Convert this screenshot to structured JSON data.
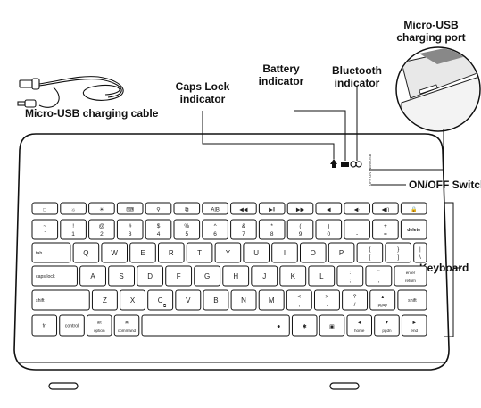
{
  "callouts": {
    "micro_usb_port": [
      "Micro-USB",
      "charging port"
    ],
    "bluetooth": [
      "Bluetooth",
      "indicator"
    ],
    "battery": [
      "Battery",
      "indicator"
    ],
    "caps_lock": [
      "Caps Lock",
      "indicator"
    ],
    "cable": "Micro-USB charging cable",
    "on_off": "ON/OFF Switch",
    "keyboard": "Keyboard"
  },
  "keyboard": {
    "rows": [
      [
        {
          "name": "home",
          "icon": "□",
          "w": 1
        },
        {
          "name": "brightness-down",
          "icon": "☼",
          "w": 1
        },
        {
          "name": "brightness-up",
          "icon": "☀",
          "w": 1
        },
        {
          "name": "virtual-keyboard",
          "icon": "⌨",
          "w": 1
        },
        {
          "name": "search",
          "icon": "⚲",
          "w": 1
        },
        {
          "name": "copy",
          "icon": "⧉",
          "w": 1
        },
        {
          "name": "language",
          "icon": "A|B",
          "w": 1
        },
        {
          "name": "rewind",
          "icon": "◀◀",
          "w": 1
        },
        {
          "name": "play-pause",
          "icon": "▶‖",
          "w": 1
        },
        {
          "name": "fast-forward",
          "icon": "▶▶",
          "w": 1
        },
        {
          "name": "mute",
          "icon": "◀",
          "w": 1
        },
        {
          "name": "volume-down",
          "icon": "◀·",
          "w": 1
        },
        {
          "name": "volume-up",
          "icon": "◀))",
          "w": 1
        },
        {
          "name": "lock",
          "icon": "🔒",
          "w": 1
        }
      ],
      [
        {
          "name": "tilde",
          "top": "~",
          "bot": "`",
          "w": 1
        },
        {
          "name": "1",
          "top": "!",
          "bot": "1",
          "w": 1
        },
        {
          "name": "2",
          "top": "@",
          "bot": "2",
          "w": 1
        },
        {
          "name": "3",
          "top": "#",
          "bot": "3",
          "w": 1
        },
        {
          "name": "4",
          "top": "$",
          "bot": "4",
          "w": 1
        },
        {
          "name": "5",
          "top": "%",
          "bot": "5",
          "w": 1
        },
        {
          "name": "6",
          "top": "^",
          "bot": "6",
          "w": 1
        },
        {
          "name": "7",
          "top": "&",
          "bot": "7",
          "w": 1
        },
        {
          "name": "8",
          "top": "*",
          "bot": "8",
          "w": 1
        },
        {
          "name": "9",
          "top": "(",
          "bot": "9",
          "w": 1
        },
        {
          "name": "0",
          "top": ")",
          "bot": "0",
          "w": 1
        },
        {
          "name": "minus",
          "top": "_",
          "bot": "-",
          "w": 1
        },
        {
          "name": "equals",
          "top": "+",
          "bot": "=",
          "w": 1
        },
        {
          "name": "delete",
          "label": "delete",
          "w": 1,
          "bold": true
        }
      ],
      [
        {
          "name": "tab",
          "label": "tab",
          "w": 1.5,
          "align": "left"
        },
        {
          "name": "q",
          "label": "Q",
          "w": 1
        },
        {
          "name": "w",
          "label": "W",
          "w": 1
        },
        {
          "name": "e",
          "label": "E",
          "w": 1
        },
        {
          "name": "r",
          "label": "R",
          "w": 1
        },
        {
          "name": "t",
          "label": "T",
          "w": 1
        },
        {
          "name": "y",
          "label": "Y",
          "w": 1
        },
        {
          "name": "u",
          "label": "U",
          "w": 1
        },
        {
          "name": "i",
          "label": "I",
          "w": 1
        },
        {
          "name": "o",
          "label": "O",
          "w": 1
        },
        {
          "name": "p",
          "label": "P",
          "w": 1
        },
        {
          "name": "bracket-left",
          "top": "{",
          "bot": "[",
          "w": 1
        },
        {
          "name": "bracket-right",
          "top": "}",
          "bot": "]",
          "w": 1
        },
        {
          "name": "backslash",
          "top": "|",
          "bot": "\\",
          "w": 0.5
        }
      ],
      [
        {
          "name": "caps-lock",
          "label": "caps lock",
          "w": 1.75,
          "align": "left"
        },
        {
          "name": "a",
          "label": "A",
          "w": 1
        },
        {
          "name": "s",
          "label": "S",
          "w": 1
        },
        {
          "name": "d",
          "label": "D",
          "w": 1
        },
        {
          "name": "f",
          "label": "F",
          "w": 1
        },
        {
          "name": "g",
          "label": "G",
          "w": 1
        },
        {
          "name": "h",
          "label": "H",
          "w": 1
        },
        {
          "name": "j",
          "label": "J",
          "w": 1
        },
        {
          "name": "k",
          "label": "K",
          "w": 1
        },
        {
          "name": "l",
          "label": "L",
          "w": 1
        },
        {
          "name": "semicolon",
          "top": ":",
          "bot": ";",
          "w": 1
        },
        {
          "name": "quote",
          "top": "\"",
          "bot": ",",
          "w": 1
        },
        {
          "name": "return",
          "top": "enter",
          "bot": "return",
          "w": 1.25
        }
      ],
      [
        {
          "name": "shift-left",
          "label": "shift",
          "w": 2.3,
          "align": "left"
        },
        {
          "name": "z",
          "label": "Z",
          "w": 1
        },
        {
          "name": "x",
          "label": "X",
          "w": 1
        },
        {
          "name": "c",
          "label": "C",
          "sub": "⧉",
          "w": 1
        },
        {
          "name": "v",
          "label": "V",
          "w": 1
        },
        {
          "name": "b",
          "label": "B",
          "w": 1
        },
        {
          "name": "n",
          "label": "N",
          "w": 1
        },
        {
          "name": "m",
          "label": "M",
          "w": 1
        },
        {
          "name": "comma",
          "top": "<",
          "bot": ",",
          "w": 1
        },
        {
          "name": "period",
          "top": ">",
          "bot": ".",
          "w": 1
        },
        {
          "name": "slash",
          "top": "?",
          "bot": "/",
          "w": 1
        },
        {
          "name": "arrow-up",
          "top": "▲",
          "bot": "pgup",
          "w": 1
        },
        {
          "name": "shift-right",
          "label": "shift",
          "w": 1.15
        }
      ],
      [
        {
          "name": "fn",
          "label": "fn",
          "w": 1
        },
        {
          "name": "control",
          "label": "control",
          "w": 1
        },
        {
          "name": "option",
          "top": "alt",
          "bot": "option",
          "w": 1
        },
        {
          "name": "command",
          "top": "⌘",
          "bot": "command",
          "w": 1
        },
        {
          "name": "space",
          "label": "",
          "icon": "●",
          "w": 6
        },
        {
          "name": "light",
          "icon": "✱",
          "w": 1
        },
        {
          "name": "photo",
          "icon": "▣",
          "w": 1
        },
        {
          "name": "arrow-left",
          "top": "◀",
          "bot": "home",
          "w": 1
        },
        {
          "name": "arrow-down",
          "top": "▼",
          "bot": "pgdn",
          "w": 1
        },
        {
          "name": "arrow-right",
          "top": "▶",
          "bot": "end",
          "w": 1
        }
      ]
    ]
  }
}
